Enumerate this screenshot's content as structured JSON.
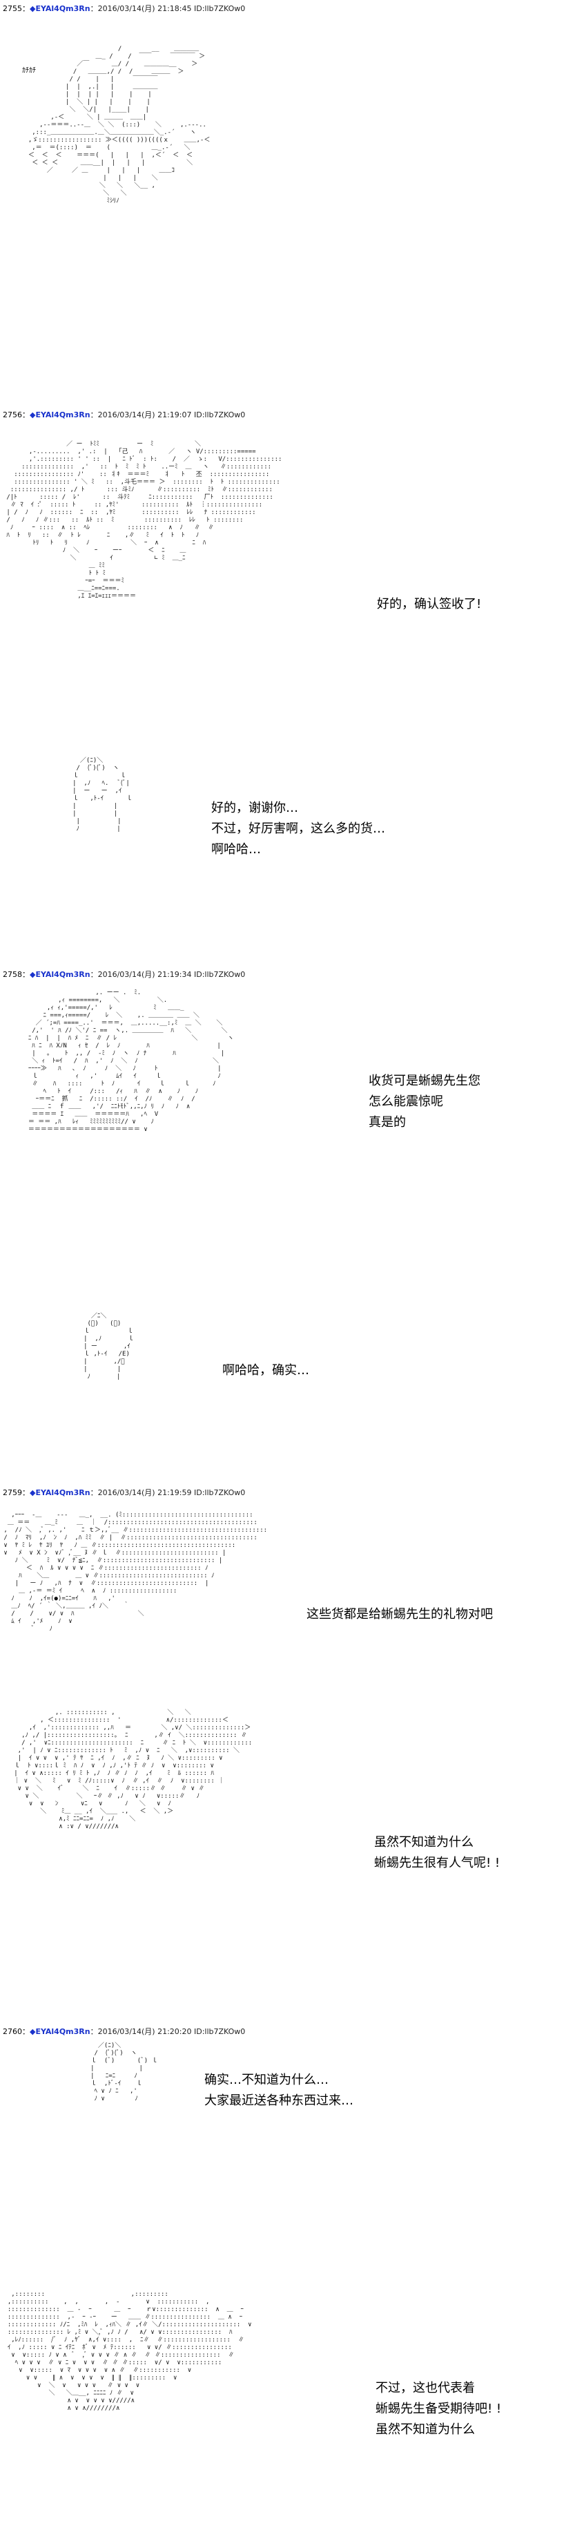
{
  "posts": [
    {
      "number": "2755",
      "sep": "：",
      "name": "◆EYAl4Qm3Rn",
      "date": "：2016/03/14(月) 21:18:45 ID:llb7ZKOw0",
      "sfx": "ｶﾁｶﾁ",
      "lines": []
    },
    {
      "number": "2756",
      "sep": "：",
      "name": "◆EYAl4Qm3Rn",
      "date": "：2016/03/14(月) 21:19:07 ID:llb7ZKOw0",
      "lines": [
        "好的，确认签收了!",
        "好的，谢谢你…",
        "不过，好厉害啊，这么多的货…",
        "啊哈哈…"
      ]
    },
    {
      "number": "2758",
      "sep": "：",
      "name": "◆EYAl4Qm3Rn",
      "date": "：2016/03/14(月) 21:19:34 ID:llb7ZKOw0",
      "lines": [
        "收货可是蜥蜴先生您",
        "怎么能震惊呢",
        "真是的",
        "啊哈哈，确实…"
      ]
    },
    {
      "number": "2759",
      "sep": "：",
      "name": "◆EYAl4Qm3Rn",
      "date": "：2016/03/14(月) 21:19:59 ID:llb7ZKOw0",
      "lines": [
        "这些货都是给蜥蜴先生的礼物对吧",
        "虽然不知道为什么",
        "蜥蜴先生很有人气呢! !"
      ]
    },
    {
      "number": "2760",
      "sep": "：",
      "name": "◆EYAl4Qm3Rn",
      "date": "：2016/03/14(月) 21:20:20 ID:llb7ZKOw0",
      "lines": [
        "确实…不知道为什么…",
        "大家最近送各种东西过来…",
        "不过，这也代表着",
        "蜥蜴先生备受期待吧! !",
        "虽然不知道为什么"
      ]
    }
  ]
}
